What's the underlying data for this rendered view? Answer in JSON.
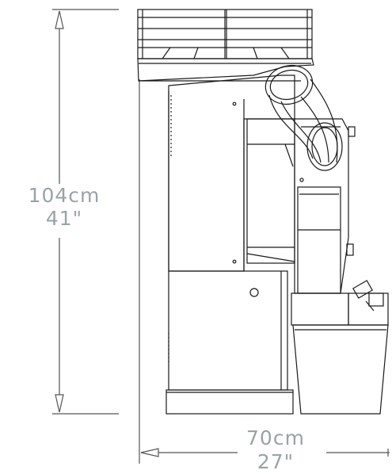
{
  "dimensions": {
    "height_cm": "104cm",
    "height_in": "41\"",
    "width_cm": "70cm",
    "width_in": "27\""
  },
  "colors": {
    "line": "#1a1a1a",
    "dimension_text": "#9aa3a6",
    "background": "#ffffff"
  }
}
